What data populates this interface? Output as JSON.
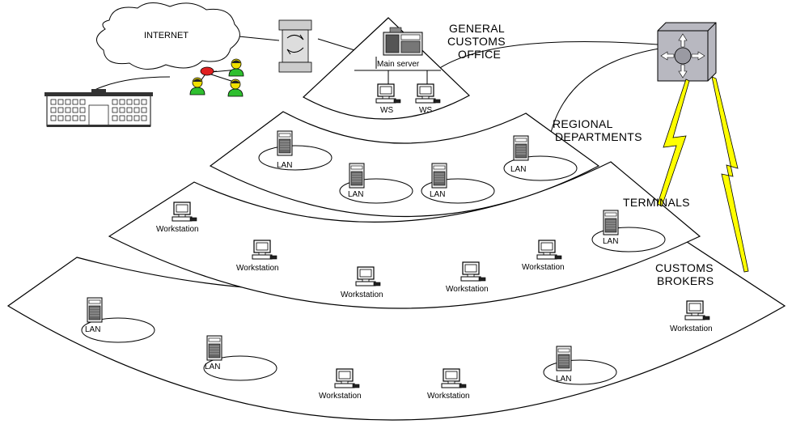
{
  "labels": {
    "internet": "INTERNET",
    "general_office": [
      "GENERAL",
      "CUSTOMS",
      "OFFICE"
    ],
    "main_server": "Main server",
    "ws": "WS",
    "regional": [
      "REGIONAL",
      "DEPARTMENTS"
    ],
    "terminals": "TERMINALS",
    "brokers": [
      "CUSTOMS",
      "BROKERS"
    ],
    "lan": "LAN",
    "workstation": "Workstation"
  },
  "colors": {
    "line": "#000000",
    "fill": "#ffffff",
    "cloud": "#ffffff",
    "server_body": "#e8e8e8",
    "server_dark": "#555555",
    "router": "#b8b8c0",
    "lightning": "#ffff00",
    "user_green": "#2fbf2f",
    "user_yellow": "#f0e000",
    "user_red": "#e02020"
  },
  "icons": [
    "cloud-icon",
    "building-icon",
    "users-icon",
    "switch-icon",
    "router-icon",
    "server-icon",
    "workstation-icon",
    "lightning-icon"
  ]
}
